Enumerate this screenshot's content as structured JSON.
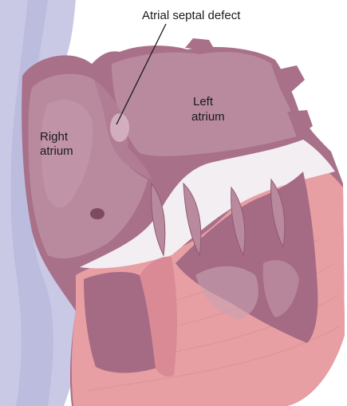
{
  "labels": {
    "defect": "Atrial septal defect",
    "right_atrium_line1": "Right",
    "right_atrium_line2": "atrium",
    "left_atrium_line1": "Left",
    "left_atrium_line2": "atrium"
  },
  "colors": {
    "background": "#ffffff",
    "vessel_blue": "#c9c9e6",
    "atrium_wall": "#a9708a",
    "atrium_inner": "#b98a9e",
    "septum": "#b07d94",
    "valve_white": "#f3eef2",
    "ventricle_muscle": "#e79fa3",
    "ventricle_cavity": "#a66b84",
    "line": "#1a1a1a"
  }
}
